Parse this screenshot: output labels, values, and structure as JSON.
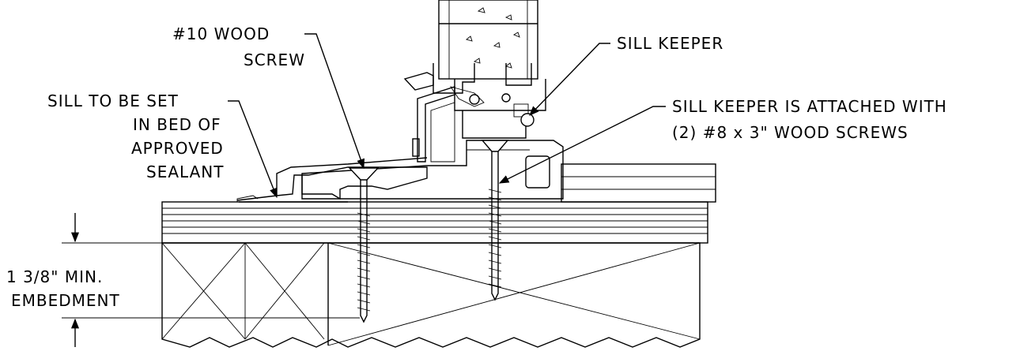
{
  "labels": {
    "wood_screw_line1": "#10 WOOD",
    "wood_screw_line2": "SCREW",
    "sill_keeper": "SILL KEEPER",
    "sill_keeper_attached_line1": "SILL KEEPER IS ATTACHED WITH",
    "sill_keeper_attached_line2": "(2) #8 x 3\" WOOD SCREWS",
    "sill_bed_line1": "SILL TO BE SET",
    "sill_bed_line2": "IN BED OF",
    "sill_bed_line3": "APPROVED",
    "sill_bed_line4": "SEALANT",
    "embedment_line1": "1 3/8\" MIN.",
    "embedment_line2": "EMBEDMENT"
  }
}
